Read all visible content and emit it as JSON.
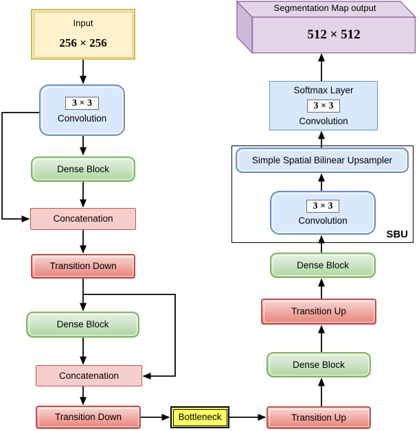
{
  "colors": {
    "input_fill": "#FFF2CC",
    "input_border": "#D6B656",
    "conv_fill": "#DAE8FC",
    "conv_border": "#6C8EBF",
    "dense_fill": "#D5E8D4",
    "dense_border": "#82B366",
    "transition_fill": "#F8CECC",
    "transition_border": "#B85450",
    "output_fill": "#E1D5E7",
    "output_border": "#9673A6",
    "bottleneck_fill": "#FFFF66",
    "bottleneck_border": "#000000",
    "sbu_border": "#000000",
    "arrow_color": "#000000"
  },
  "nodes": {
    "input": {
      "title": "Input",
      "size": "256 × 256"
    },
    "initial_conv": {
      "kernel": "3 × 3",
      "label": "Convolution"
    },
    "dense_block_1": {
      "label": "Dense Block"
    },
    "concatenation_1": {
      "label": "Concatenation"
    },
    "transition_down_1": {
      "label": "Transition Down"
    },
    "dense_block_2": {
      "label": "Dense Block"
    },
    "concatenation_2": {
      "label": "Concatenation"
    },
    "transition_down_2": {
      "label": "Transition Down"
    },
    "bottleneck": {
      "label": "Bottleneck"
    },
    "transition_up_1": {
      "label": "Transition Up"
    },
    "dense_block_3": {
      "label": "Dense Block"
    },
    "transition_up_2": {
      "label": "Transition Up"
    },
    "dense_block_4": {
      "label": "Dense Block"
    },
    "sbu": {
      "tag": "SBU"
    },
    "sbu_conv": {
      "kernel": "3 × 3",
      "label": "Convolution"
    },
    "sbu_upsampler": {
      "label": "Simple Spatial Bilinear Upsampler"
    },
    "softmax": {
      "title": "Softmax Layer",
      "kernel": "3 × 3",
      "label": "Convolution"
    },
    "output": {
      "title": "Segmentation Map output",
      "size": "512 × 512"
    }
  }
}
